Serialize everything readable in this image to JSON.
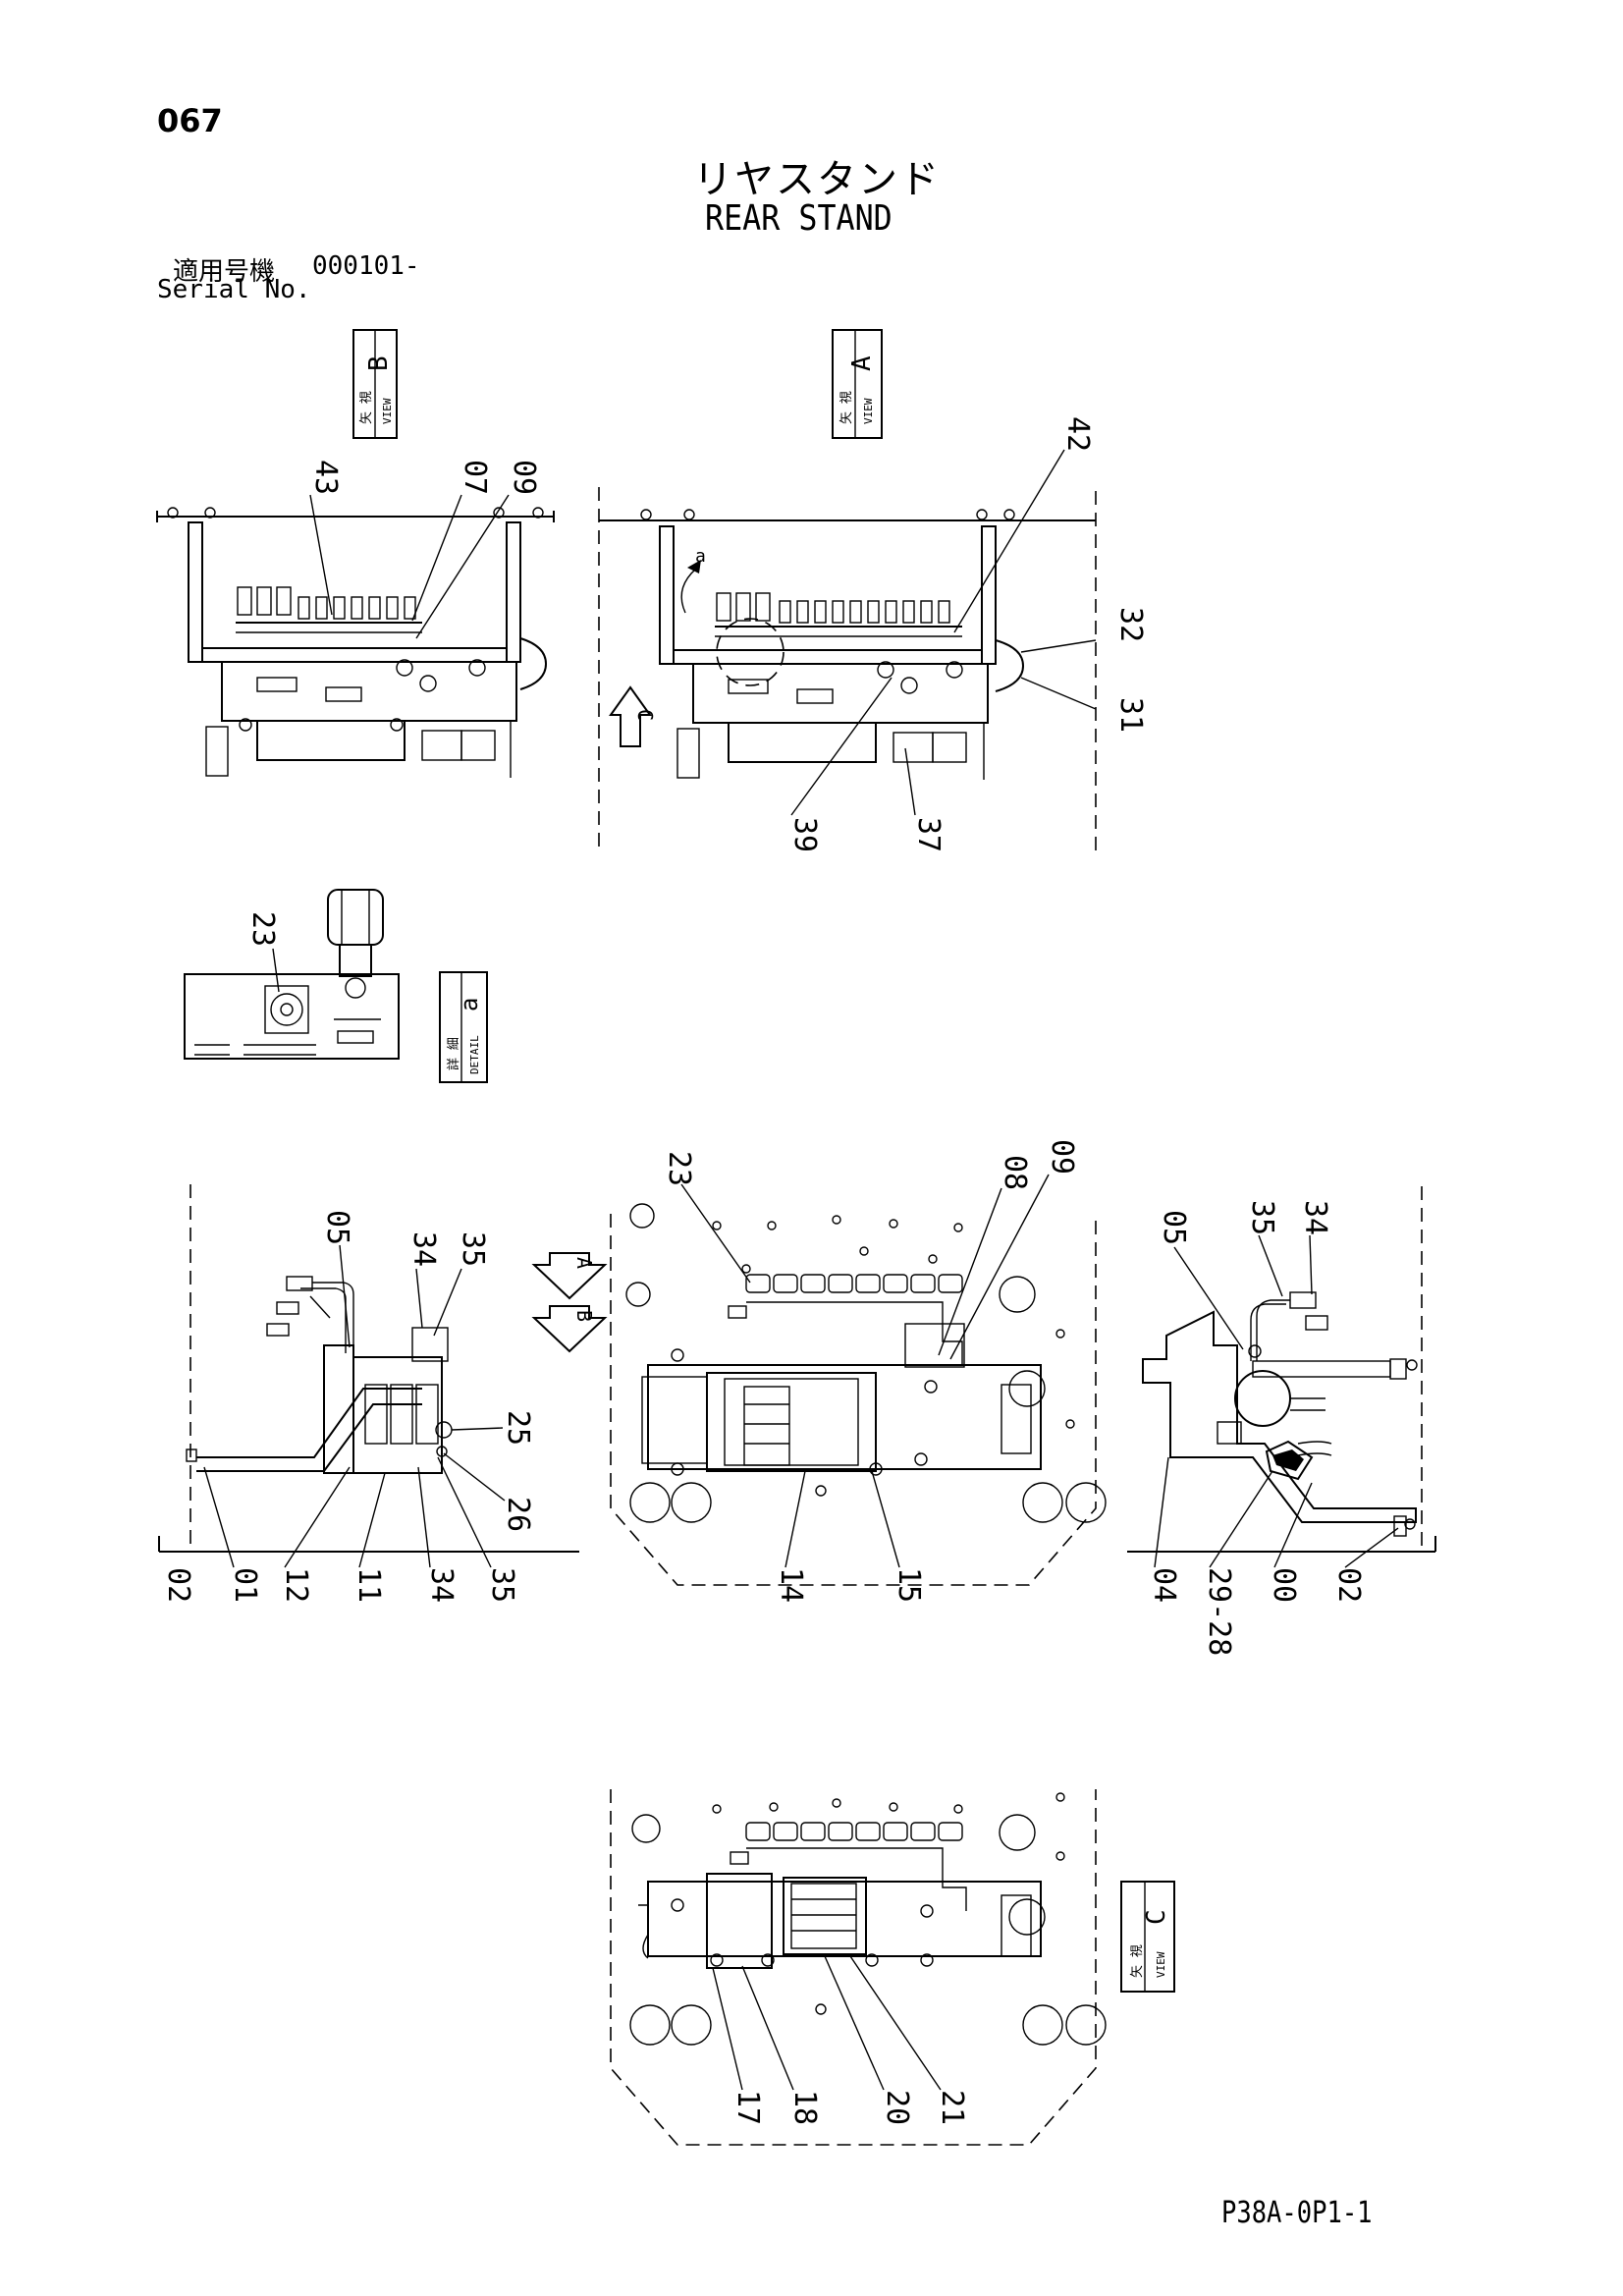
{
  "page": {
    "number": "067",
    "title_jp": "リヤスタンド",
    "title_en": "REAR STAND",
    "serial_label_jp": "適用号機",
    "serial_value": "000101-",
    "serial_label_en": "Serial No.",
    "footer_code": "P38A-0P1-1"
  },
  "view_tags": {
    "view_b": {
      "jp": "矢 視",
      "en": "VIEW",
      "letter": "B"
    },
    "view_a": {
      "jp": "矢 視",
      "en": "VIEW",
      "letter": "A"
    },
    "view_c": {
      "jp": "矢 視",
      "en": "VIEW",
      "letter": "C"
    },
    "detail_a": {
      "jp": "詳 細",
      "en": "DETAIL",
      "letter": "a"
    }
  },
  "direction_arrows": {
    "a": "A",
    "b": "B",
    "c": "C"
  },
  "detail_labels": {
    "a_marker": "a"
  },
  "callouts": {
    "view_b": [
      "43",
      "07",
      "09"
    ],
    "view_a": [
      "42",
      "32",
      "31",
      "39",
      "37"
    ],
    "detail": [
      "23"
    ],
    "side_left": [
      "05",
      "34",
      "35",
      "25",
      "26",
      "02",
      "01",
      "12",
      "11",
      "34",
      "35"
    ],
    "top_main": [
      "23",
      "08",
      "09",
      "14",
      "15"
    ],
    "side_right": [
      "05",
      "35",
      "34",
      "04",
      "29-28",
      "00",
      "02"
    ],
    "view_c": [
      "17",
      "18",
      "20",
      "21"
    ]
  }
}
